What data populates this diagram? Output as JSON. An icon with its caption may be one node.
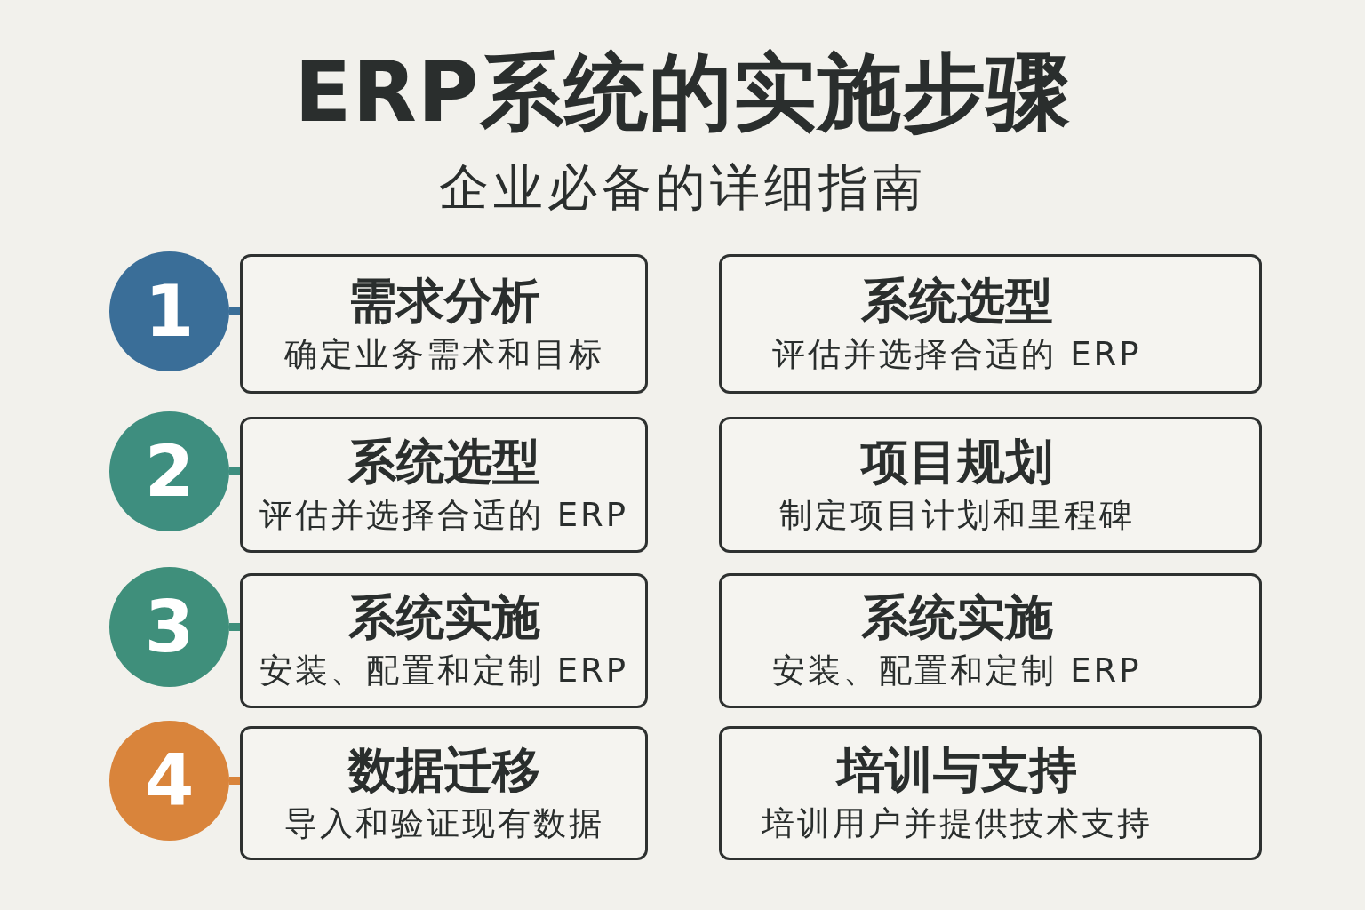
{
  "diagram": {
    "title": "ERP系统的实施步骤",
    "nodes": [
      {
        "text": [
          "1"
        ]
      },
      {
        "text": [
          "需求分析",
          "确定业务需术和目标"
        ]
      },
      {
        "text": [
          "系统选型",
          "评估并选择合适的 ERP"
        ]
      },
      {
        "text": [
          "2"
        ]
      },
      {
        "text": [
          "系统选型",
          "评估并选择合适的 ERP"
        ]
      },
      {
        "text": [
          "项目规划",
          "制定项目计划和里程碑"
        ]
      },
      {
        "text": [
          "3"
        ]
      },
      {
        "text": [
          "系统实施",
          "安装、配置和定制 ERP"
        ]
      },
      {
        "text": [
          "系统实施",
          "安装、配置和定制 ERP"
        ]
      },
      {
        "text": [
          "4"
        ]
      },
      {
        "text": [
          "数据迁移",
          "导入和验证现有数据"
        ]
      },
      {
        "text": [
          "培训与支持",
          "培训用户并提供技术支持"
        ]
      }
    ],
    "edges": [
      {
        "from": 0,
        "to": 1,
        "arrow": "none",
        "color": "#3a6e98"
      },
      {
        "from": 3,
        "to": 4,
        "arrow": "none",
        "color": "#3e8e7f"
      },
      {
        "from": 6,
        "to": 7,
        "arrow": "none",
        "color": "#3f8f7b"
      },
      {
        "from": 9,
        "to": 10,
        "arrow": "none",
        "color": "#d9843b"
      }
    ],
    "labels": [
      "企业必备的详细指南"
    ]
  }
}
